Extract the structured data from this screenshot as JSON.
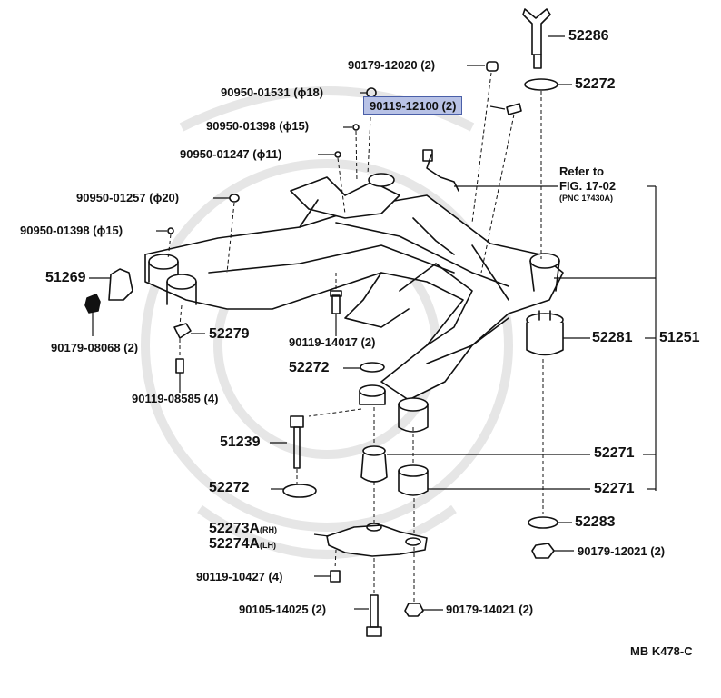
{
  "labels": {
    "p52286": "52286",
    "p52272_top": "52272",
    "p90179_12020": "90179-12020 (2)",
    "p90950_01531": "90950-01531 (ϕ18)",
    "p90119_12100": "90119-12100 (2)",
    "p90950_01398_a": "90950-01398 (ϕ15)",
    "p90950_01247": "90950-01247 (ϕ11)",
    "refer_to": "Refer to",
    "refer_fig": "FIG. 17-02",
    "refer_pnc": "(PNC 17430A)",
    "p90950_01257": "90950-01257 (ϕ20)",
    "p90950_01398_b": "90950-01398 (ϕ15)",
    "p51269": "51269",
    "p90179_08068": "90179-08068 (2)",
    "p52279": "52279",
    "p90119_14017": "90119-14017 (2)",
    "p52281": "52281",
    "p51251": "51251",
    "p52272_mid": "52272",
    "p90119_08585": "90119-08585 (4)",
    "p51239": "51239",
    "p52271_a": "52271",
    "p52271_b": "52271",
    "p52272_low": "52272",
    "p52273a": "52273A",
    "p52273a_side": "(RH)",
    "p52274a": "52274A",
    "p52274a_side": "(LH)",
    "p52283": "52283",
    "p90179_12021": "90179-12021 (2)",
    "p90119_10427": "90119-10427 (4)",
    "p90105_14025": "90105-14025 (2)",
    "p90179_14021": "90179-14021 (2)",
    "code": "MB K478-C"
  },
  "colors": {
    "line": "#111111",
    "highlight_fill": "#b8c2e6",
    "highlight_border": "#4a5fa8",
    "watermark": "#e4e4e4"
  }
}
